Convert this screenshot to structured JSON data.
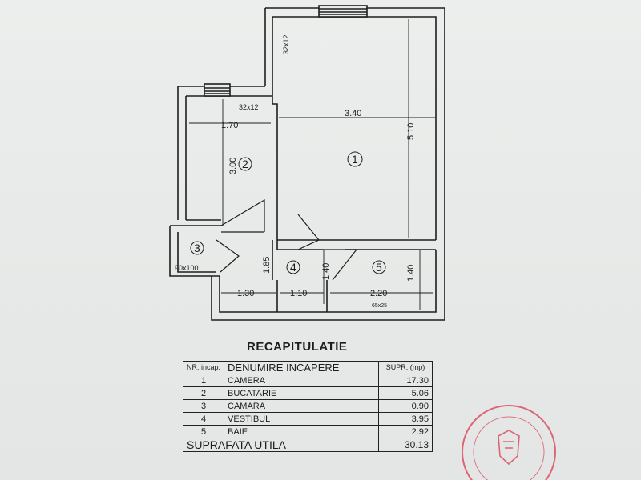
{
  "plan": {
    "dims": {
      "d_340": "3.40",
      "d_510": "5.10",
      "d_170": "1.70",
      "d_300": "3.00",
      "d_185": "1.85",
      "d_140a": "1.40",
      "d_140b": "1.40",
      "d_130": "1.30",
      "d_110": "1.10",
      "d_220": "2.20"
    },
    "notes": {
      "win1": "32x12",
      "win2": "32x12",
      "door3": "90x100",
      "vent": "65x25"
    },
    "rooms": [
      "1",
      "2",
      "3",
      "4",
      "5"
    ]
  },
  "recap": {
    "title": "RECAPITULATIE",
    "col_nr": "NR. incap.",
    "col_name": "DENUMIRE INCAPERE",
    "col_supr": "SUPR. (mp)",
    "rows": [
      {
        "nr": "1",
        "name": "CAMERA",
        "supr": "17.30"
      },
      {
        "nr": "2",
        "name": "BUCATARIE",
        "supr": "5.06"
      },
      {
        "nr": "3",
        "name": "CAMARA",
        "supr": "0.90"
      },
      {
        "nr": "4",
        "name": "VESTIBUL",
        "supr": "3.95"
      },
      {
        "nr": "5",
        "name": "BAIE",
        "supr": "2.92"
      }
    ],
    "total_label": "SUPRAFATA UTILA",
    "total_value": "30.13"
  }
}
